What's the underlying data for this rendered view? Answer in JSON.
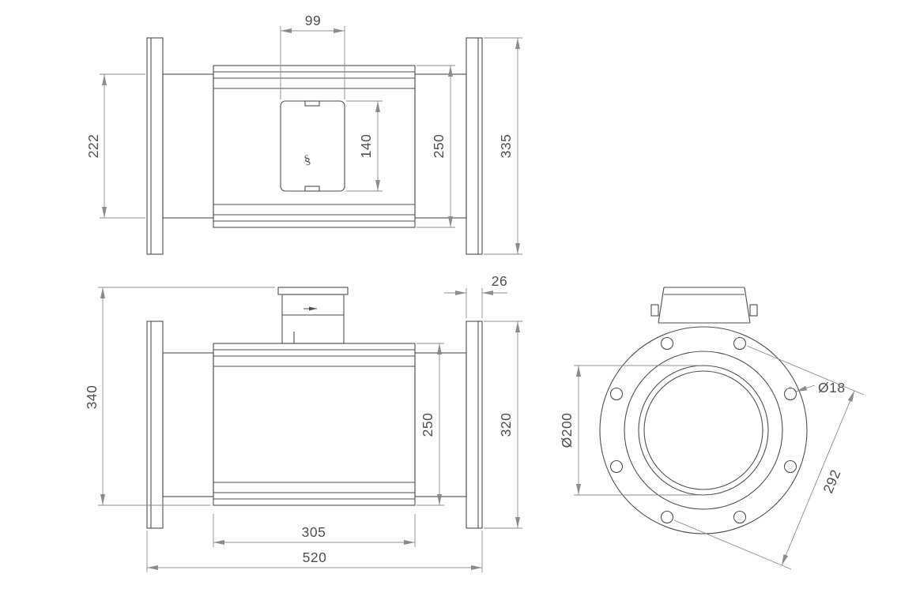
{
  "drawing": {
    "colors": {
      "background": "#ffffff",
      "line": "#4f4f4f",
      "dim": "#8c8c8c",
      "text": "#4f4f4f"
    },
    "views": {
      "top": {
        "dims": {
          "housing_width": "99",
          "pipe_od": "222",
          "housing_height": "140",
          "body_od": "250",
          "flange_od": "335"
        }
      },
      "front": {
        "dims": {
          "overall_height": "340",
          "flange_thickness": "26",
          "body_od": "250",
          "flange_od": "320",
          "body_length": "305",
          "overall_length": "520"
        }
      },
      "end": {
        "dims": {
          "bore_diameter": "Ø200",
          "bolt_hole_diameter": "Ø18",
          "bolt_circle_diameter": "292"
        }
      }
    }
  }
}
